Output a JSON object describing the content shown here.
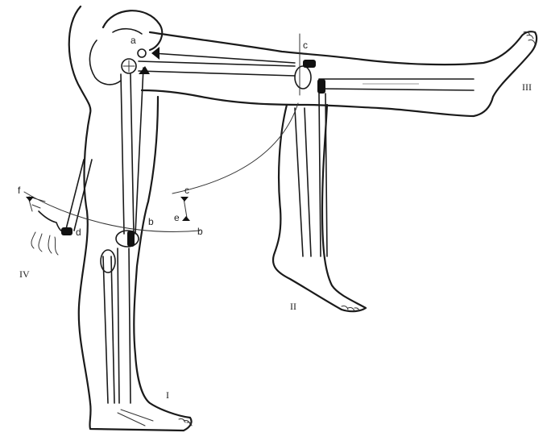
{
  "labels": {
    "a": "a",
    "b_upper": "b",
    "b_lower": "b",
    "c_upper": "c",
    "c_lower": "c",
    "d": "d",
    "e": "e",
    "f": "f",
    "leg_I": "I",
    "leg_II": "II",
    "leg_III": "III",
    "leg_IV": "IV"
  }
}
